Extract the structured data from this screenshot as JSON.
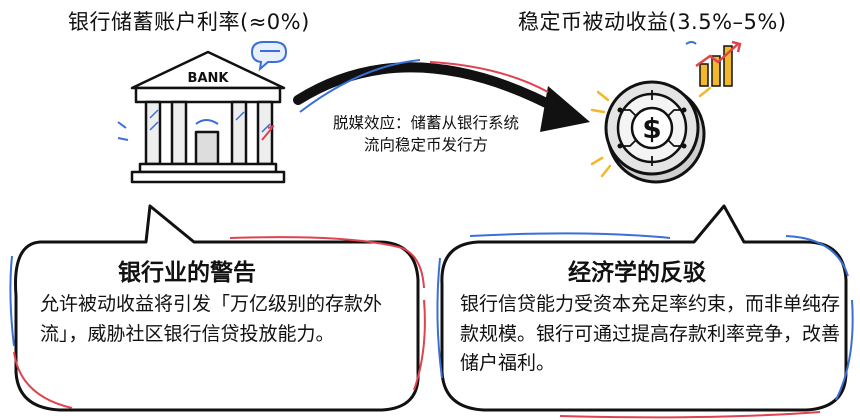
{
  "left": {
    "title": "银行储蓄账户利率(≈0%)",
    "bank_sign": "BANK",
    "bubble_heading": "银行业的警告",
    "bubble_body": "允许被动收益将引发「万亿级别的存款外流」，威胁社区银行信贷投放能力。"
  },
  "right": {
    "title": "稳定币被动收益(3.5%–5%)",
    "coin_symbol": "$",
    "bubble_heading": "经济学的反驳",
    "bubble_body": "银行信贷能力受资本充足率约束，而非单纯存款规模。银行可通过提高存款利率竞争，改善储户福利。"
  },
  "arrow_caption": "脱媒效应：储蓄从银行系统流向稳定币发行方",
  "colors": {
    "ink": "#111111",
    "accent_red": "#e0434d",
    "accent_blue": "#3a6fd8",
    "gold": "#f2b82c",
    "coin": "#d8d8d8"
  },
  "icons": [
    "bank-icon",
    "chat-bubble-icon",
    "growth-chart-icon",
    "coin-icon"
  ]
}
